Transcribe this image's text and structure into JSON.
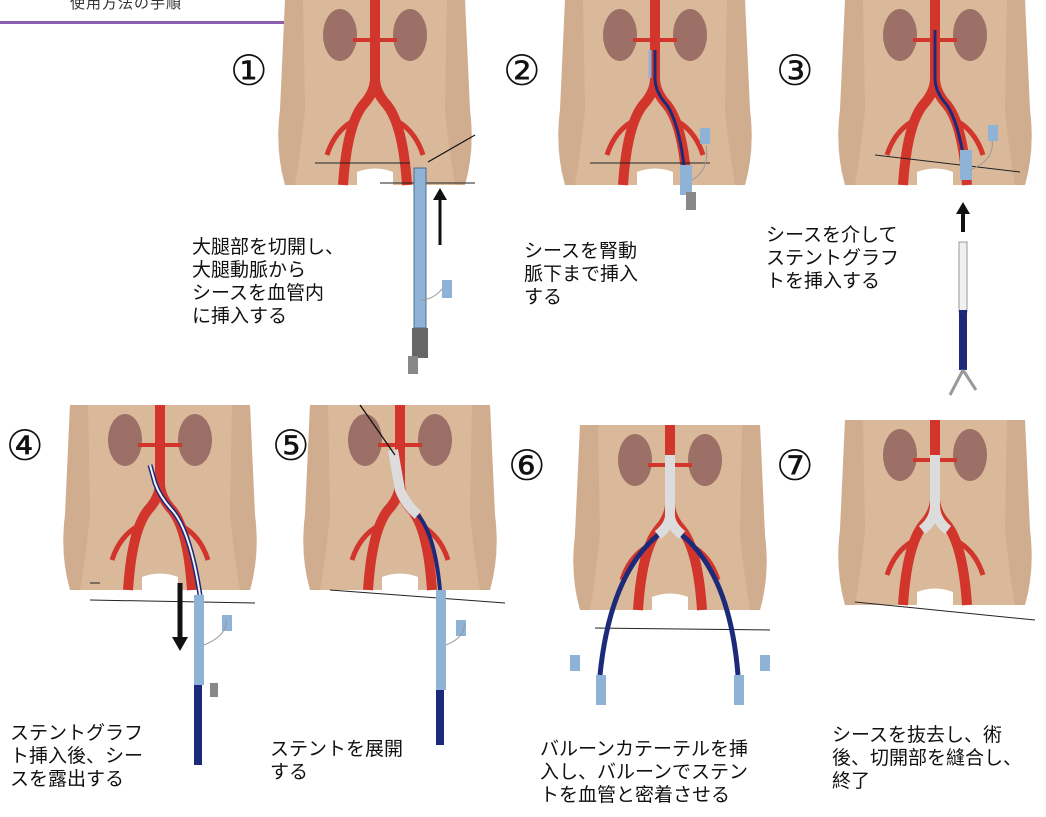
{
  "header": {
    "text": "使用方法の手順"
  },
  "steps": [
    {
      "number": "①",
      "caption": "大腿部を切開し、\n大腿動脈から\nシースを血管内\nに挿入する"
    },
    {
      "number": "②",
      "caption": "シースを腎動\n脈下まで挿入\nする"
    },
    {
      "number": "③",
      "caption": "シースを介して\nステントグラフ\nトを挿入する"
    },
    {
      "number": "④",
      "caption": "ステントグラフ\nト挿入後、シー\nスを露出する"
    },
    {
      "number": "⑤",
      "caption": "ステントを展開\nする"
    },
    {
      "number": "⑥",
      "caption": "バルーンカテーテルを挿\n入し、バルーンでステン\nトを血管と密着させる"
    },
    {
      "number": "⑦",
      "caption": "シースを抜去し、術\n後、切開部を縫合し、\n終了"
    }
  ],
  "colors": {
    "skin": "#d9b99a",
    "skin_shade": "#c9a283",
    "kidney": "#9c6f67",
    "artery": "#d2352b",
    "sheath": "#8fb3d6",
    "catheter": "#1d2a7a",
    "frame": "#8a5fb0"
  }
}
